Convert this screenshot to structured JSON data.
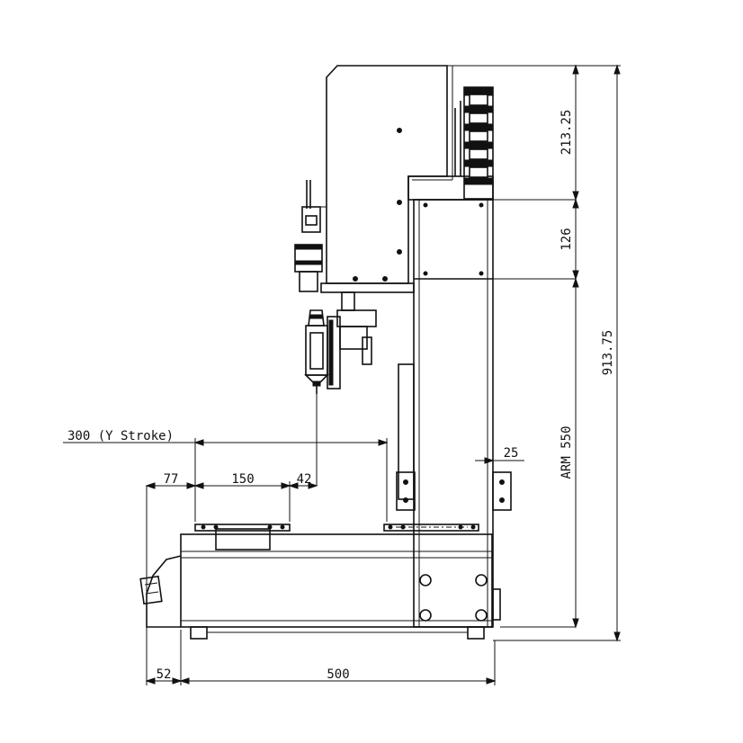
{
  "drawing": {
    "dimensions": {
      "height_top": "213.25",
      "height_mid": "126",
      "arm": "ARM 550",
      "total_height": "913.75",
      "y_stroke": "300 (Y Stroke)",
      "d77": "77",
      "d150": "150",
      "d42": "42",
      "d25": "25",
      "d52": "52",
      "d500": "500"
    }
  }
}
